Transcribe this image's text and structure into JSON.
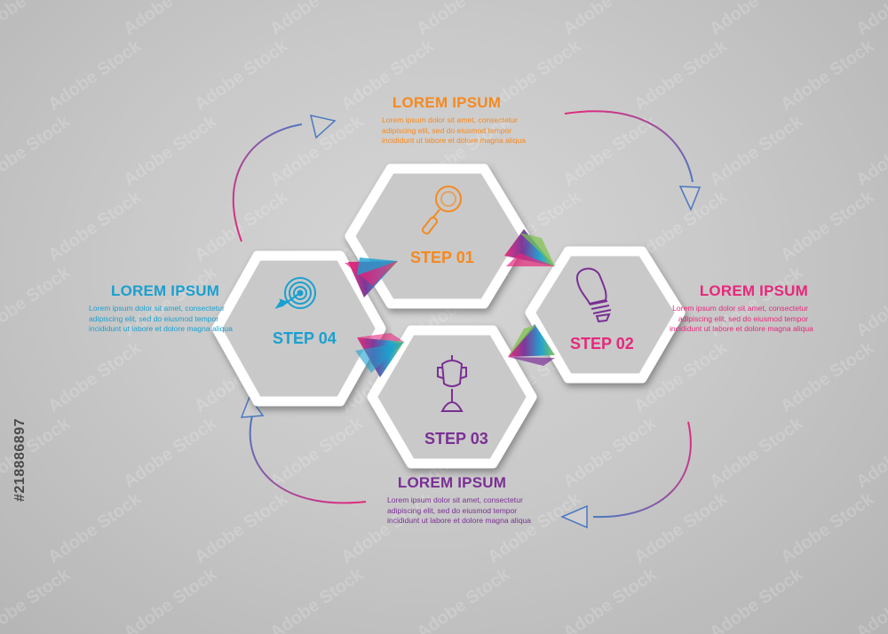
{
  "colors": {
    "orange": "#f5891f",
    "pink": "#e6287b",
    "purple": "#7a2f94",
    "blue": "#1aa0cf",
    "ring": "#ffffff",
    "arrow_outline": "#4a78c2"
  },
  "steps": [
    {
      "id": "step1",
      "label": "STEP 01",
      "icon": "magnifier-icon",
      "color": "#f5891f"
    },
    {
      "id": "step2",
      "label": "STEP 02",
      "icon": "lightbulb-icon",
      "color": "#e6287b"
    },
    {
      "id": "step3",
      "label": "STEP 03",
      "icon": "trophy-icon",
      "color": "#7a2f94"
    },
    {
      "id": "step4",
      "label": "STEP 04",
      "icon": "target-icon",
      "color": "#1aa0cf"
    }
  ],
  "text_blocks": {
    "top": {
      "title": "LOREM IPSUM",
      "lines": [
        "Lorem ipsum dolor sit amet, consectetur",
        "adipiscing elit, sed do eiusmod tempor",
        "incididunt ut labore et dolore magna aliqua"
      ]
    },
    "right": {
      "title": "LOREM IPSUM",
      "lines": [
        "Lorem ipsum dolor sit amet, consectetur",
        "adipiscing elit, sed do eiusmod tempor",
        "incididunt ut labore et dolore magna aliqua"
      ]
    },
    "bottom": {
      "title": "LOREM IPSUM",
      "lines": [
        "Lorem ipsum dolor sit amet, consectetur",
        "adipiscing elit, sed do eiusmod tempor",
        "incididunt ut labore et dolore magna aliqua"
      ]
    },
    "left": {
      "title": "LOREM IPSUM",
      "lines": [
        "Lorem ipsum dolor sit amet, consectetur",
        "adipiscing elit, sed do eiusmod tempor",
        "incididunt ut labore et dolore magna aliqua"
      ]
    }
  },
  "watermark": {
    "text": "Adobe Stock",
    "id": "#218886897"
  }
}
